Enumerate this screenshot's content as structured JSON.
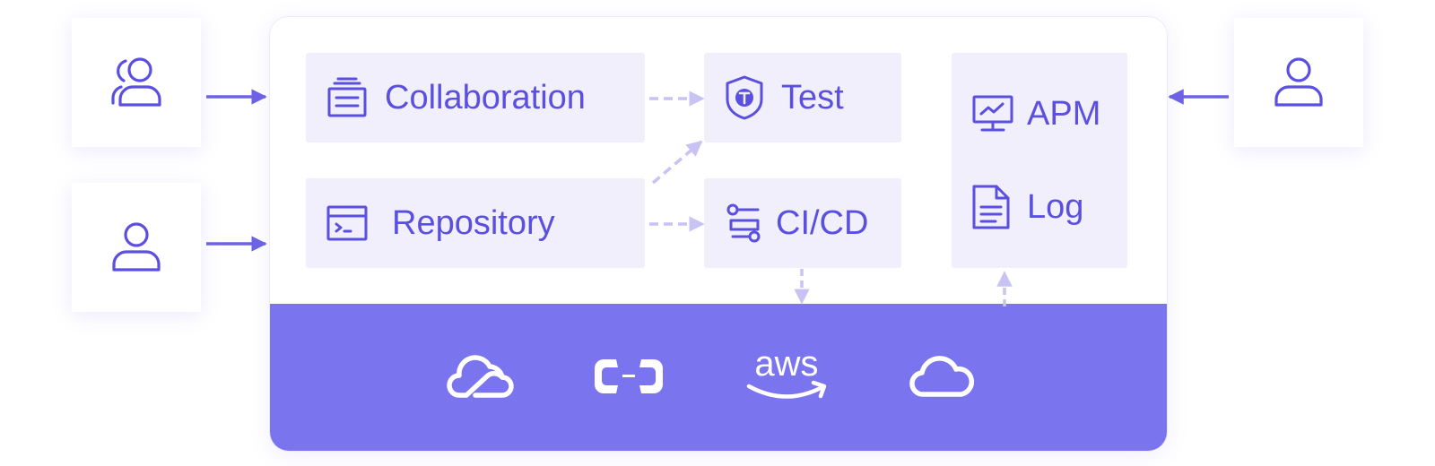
{
  "colors": {
    "accent": "#5b4fe0",
    "band": "#7b74ef",
    "box": "#f0effb",
    "dashed": "#c9c3f4"
  },
  "services": {
    "collaboration": {
      "label": "Collaboration",
      "icon": "collaboration-icon"
    },
    "repository": {
      "label": "Repository",
      "icon": "terminal-window-icon"
    },
    "test": {
      "label": "Test",
      "icon": "test-shield-icon"
    },
    "cicd": {
      "label": "CI/CD",
      "icon": "pipeline-icon"
    },
    "apm": {
      "label": "APM",
      "icon": "monitor-chart-icon"
    },
    "log": {
      "label": "Log",
      "icon": "document-icon"
    }
  },
  "users": [
    {
      "icon": "user-group-icon"
    },
    {
      "icon": "user-icon"
    },
    {
      "icon": "user-icon"
    }
  ],
  "cloud_providers": [
    {
      "icon": "tencent-cloud-icon"
    },
    {
      "icon": "alibaba-cloud-icon"
    },
    {
      "icon": "aws-logo-icon",
      "wordmark": "aws"
    },
    {
      "icon": "generic-cloud-icon"
    }
  ]
}
